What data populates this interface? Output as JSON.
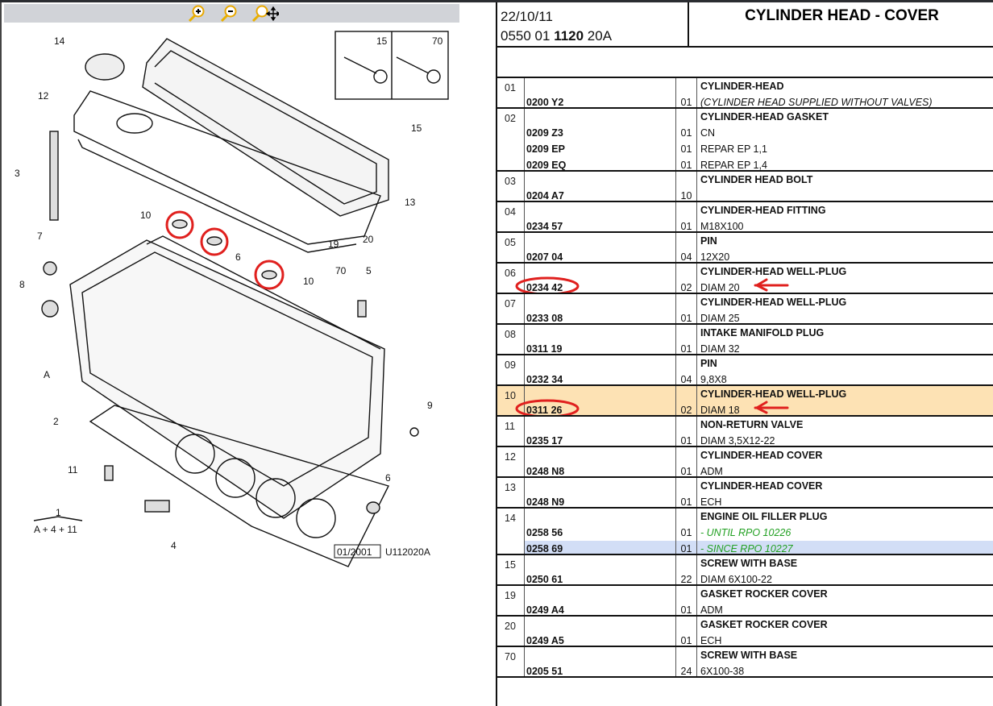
{
  "toolbar": {
    "zoom_in": "zoom-in",
    "zoom_out": "zoom-out",
    "pan": "zoom-pan"
  },
  "diagram": {
    "callouts": [
      "14",
      "12",
      "3",
      "10",
      "6",
      "10",
      "7",
      "8",
      "A",
      "2",
      "11",
      "4",
      "6",
      "9",
      "5",
      "70",
      "19",
      "20",
      "13",
      "15"
    ],
    "inset_labels": [
      "15",
      "70"
    ],
    "legend_num": "1",
    "legend_formula": "A + 4 + 11",
    "date_box": "01/2001",
    "ref_code": "U112020A",
    "annotation_color": "#e0201e"
  },
  "header": {
    "date": "22/10/11",
    "code_pre": "0550 01 ",
    "code_bold": "1120",
    "code_post": " 20A",
    "title": "CYLINDER HEAD - COVER"
  },
  "rows": [
    {
      "ref": "01",
      "title": "CYLINDER-HEAD",
      "items": [
        {
          "part": "0200 Y2",
          "qty": "01",
          "desc": "(CYLINDER HEAD SUPPLIED WITHOUT VALVES)",
          "style": "italic"
        }
      ]
    },
    {
      "ref": "02",
      "title": "CYLINDER-HEAD GASKET",
      "items": [
        {
          "part": "0209 Z3",
          "qty": "01",
          "desc": "CN",
          "inline": true
        },
        {
          "part": "0209 EP",
          "qty": "01",
          "desc": "REPAR EP 1,1"
        },
        {
          "part": "0209 EQ",
          "qty": "01",
          "desc": "REPAR EP 1,4"
        }
      ]
    },
    {
      "ref": "03",
      "title": "CYLINDER HEAD BOLT",
      "items": [
        {
          "part": "0204 A7",
          "qty": "10",
          "desc": ""
        }
      ]
    },
    {
      "ref": "04",
      "title": "CYLINDER-HEAD FITTING",
      "items": [
        {
          "part": "0234 57",
          "qty": "01",
          "desc": "M18X100"
        }
      ]
    },
    {
      "ref": "05",
      "title": "PIN",
      "items": [
        {
          "part": "0207 04",
          "qty": "04",
          "desc": "12X20"
        }
      ]
    },
    {
      "ref": "06",
      "title": "CYLINDER-HEAD WELL-PLUG",
      "annotated": true,
      "items": [
        {
          "part": "0234 42",
          "qty": "02",
          "desc": "DIAM 20"
        }
      ]
    },
    {
      "ref": "07",
      "title": "CYLINDER-HEAD WELL-PLUG",
      "items": [
        {
          "part": "0233 08",
          "qty": "01",
          "desc": "DIAM 25"
        }
      ]
    },
    {
      "ref": "08",
      "title": "INTAKE MANIFOLD PLUG",
      "items": [
        {
          "part": "0311 19",
          "qty": "01",
          "desc": "DIAM 32"
        }
      ]
    },
    {
      "ref": "09",
      "title": "PIN",
      "items": [
        {
          "part": "0232 34",
          "qty": "04",
          "desc": "9,8X8"
        }
      ]
    },
    {
      "ref": "10",
      "title": "CYLINDER-HEAD WELL-PLUG",
      "annotated": true,
      "highlight": true,
      "items": [
        {
          "part": "0311 26",
          "qty": "02",
          "desc": "DIAM 18"
        }
      ]
    },
    {
      "ref": "11",
      "title": "NON-RETURN VALVE",
      "items": [
        {
          "part": "0235 17",
          "qty": "01",
          "desc": "DIAM 3,5X12-22"
        }
      ]
    },
    {
      "ref": "12",
      "title": "CYLINDER-HEAD COVER",
      "items": [
        {
          "part": "0248 N8",
          "qty": "01",
          "desc": "ADM"
        }
      ]
    },
    {
      "ref": "13",
      "title": "CYLINDER-HEAD COVER",
      "items": [
        {
          "part": "0248 N9",
          "qty": "01",
          "desc": "ECH"
        }
      ]
    },
    {
      "ref": "14",
      "title": "ENGINE OIL FILLER PLUG",
      "items": [
        {
          "part": "0258 56",
          "qty": "01",
          "desc": "- UNTIL RPO 10226",
          "style": "green"
        },
        {
          "part": "0258 69",
          "qty": "01",
          "desc": "- SINCE RPO 10227",
          "style": "green",
          "selected": true
        }
      ]
    },
    {
      "ref": "15",
      "title": "SCREW WITH BASE",
      "items": [
        {
          "part": "0250 61",
          "qty": "22",
          "desc": "DIAM 6X100-22"
        }
      ]
    },
    {
      "ref": "19",
      "title": "GASKET ROCKER COVER",
      "items": [
        {
          "part": "0249 A4",
          "qty": "01",
          "desc": "ADM"
        }
      ]
    },
    {
      "ref": "20",
      "title": "GASKET ROCKER COVER",
      "items": [
        {
          "part": "0249 A5",
          "qty": "01",
          "desc": "ECH"
        }
      ]
    },
    {
      "ref": "70",
      "title": "SCREW WITH BASE",
      "items": [
        {
          "part": "0205 51",
          "qty": "24",
          "desc": "6X100-38"
        }
      ]
    }
  ]
}
